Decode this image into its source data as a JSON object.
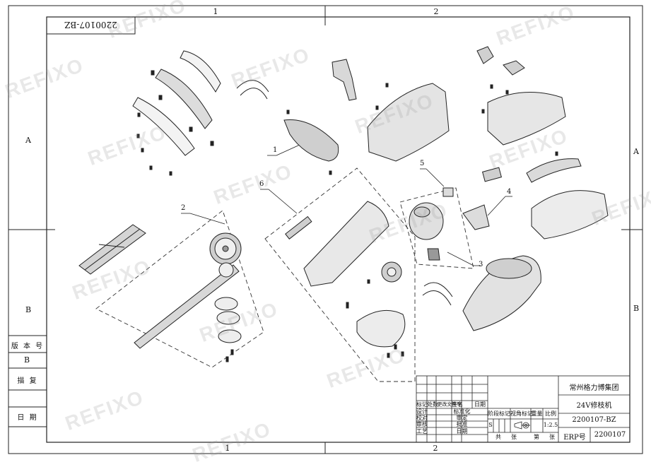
{
  "drawing_code_mirrored": "2200107-BZ",
  "zones": {
    "top": [
      "1",
      "2"
    ],
    "bottom": [
      "1",
      "2"
    ],
    "left": [
      "A",
      "B"
    ],
    "right": [
      "A",
      "B"
    ]
  },
  "side_labels": {
    "version": "版 本 号",
    "version_value": "B",
    "trace": "描 复",
    "date": "日 期"
  },
  "callouts": [
    "1",
    "2",
    "3",
    "4",
    "5",
    "6"
  ],
  "watermark": "REFIXO",
  "title_block": {
    "company": "常州格力博集团",
    "product": "24V修枝机",
    "drawing_no": "2200107-BZ",
    "erp_label": "ERP号",
    "erp_no": "2200107",
    "scale_label": "比例",
    "scale": "1:2.5",
    "weight_label": "重量",
    "stage_label": "阶段标记",
    "projection_label": "视角标记",
    "stage_value": "S",
    "total": "共",
    "sheets": "张",
    "page": "第",
    "sheet": "张",
    "rev_headers": [
      "标记",
      "处数",
      "更改文件号",
      "签名",
      "日期"
    ],
    "roles": [
      "设计",
      "校对",
      "审核",
      "工艺"
    ],
    "roles2": [
      "标准化",
      "审定",
      "批准",
      "日期"
    ]
  }
}
